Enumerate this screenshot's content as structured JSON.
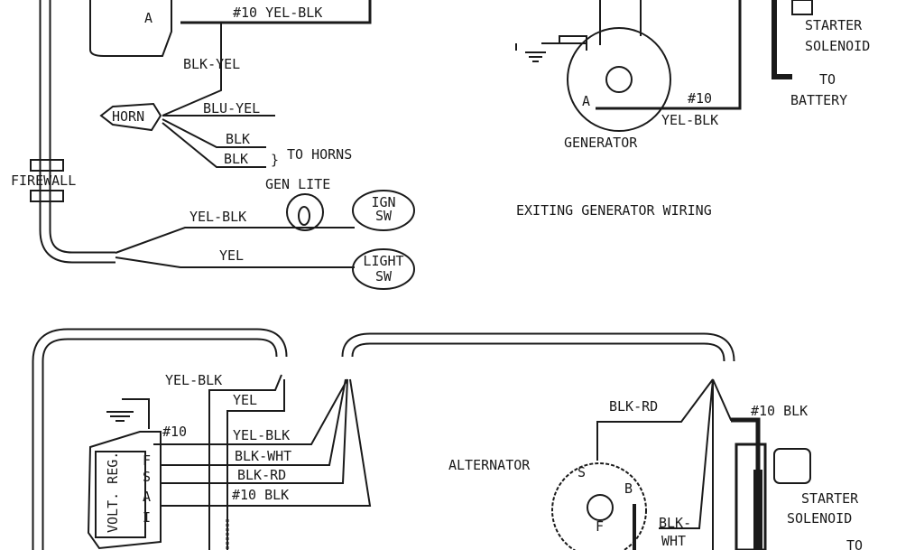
{
  "top_left": {
    "wire_10_yel_blk": "#10 YEL-BLK",
    "regulator_a": "A",
    "blk_yel": "BLK-YEL",
    "horn": "HORN",
    "blu_yel": "BLU-YEL",
    "blk1": "BLK",
    "blk2": "BLK",
    "to_horns": "TO HORNS",
    "firewall": "FIREWALL",
    "gen_lite": "GEN LITE",
    "ign_sw": [
      "IGN",
      "SW"
    ],
    "yel_blk": "YEL-BLK",
    "yel": "YEL",
    "light_sw": [
      "LIGHT",
      "SW"
    ]
  },
  "top_right": {
    "starter_solenoid": [
      "STARTER",
      "SOLENOID"
    ],
    "to_battery": [
      "TO",
      "BATTERY"
    ],
    "generator": "GENERATOR",
    "gen_a": "A",
    "wire_10": "#10",
    "wire_yel_blk": "YEL-BLK",
    "caption": "EXITING GENERATOR WIRING"
  },
  "bottom_left": {
    "yel_blk_top": "YEL-BLK",
    "yel": "YEL",
    "wire_10": "#10",
    "yel_blk": "YEL-BLK",
    "blk_wht": "BLK-WHT",
    "blk_rd": "BLK-RD",
    "wire_10_blk": "#10 BLK",
    "regulator": "VOLT. REG.",
    "terminals": [
      "F",
      "S",
      "A",
      "I"
    ]
  },
  "bottom_right": {
    "blk_rd": "BLK-RD",
    "wire_10_blk": "#10 BLK",
    "alternator": "ALTERNATOR",
    "blk_wht": [
      "BLK-",
      "WHT"
    ],
    "starter_solenoid": [
      "STARTER",
      "SOLENOID"
    ],
    "to": "TO",
    "alt_terminals": [
      "S",
      "B",
      "F"
    ]
  }
}
